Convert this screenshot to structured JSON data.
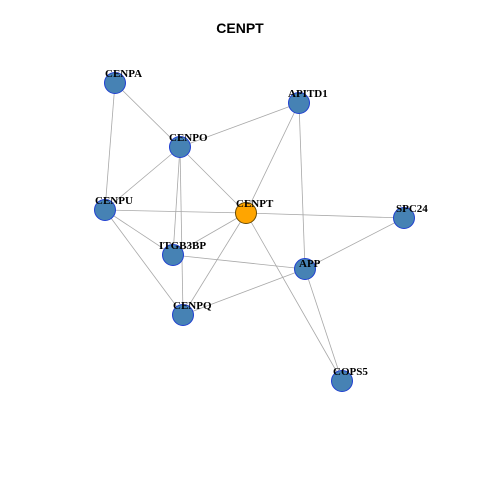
{
  "title": "CENPT",
  "colors": {
    "node_fill": "#4682b4",
    "center_fill": "#ffa500",
    "edge": "#a8a8a8"
  },
  "nodes": [
    {
      "id": "CENPA",
      "label": "CENPA",
      "center": false
    },
    {
      "id": "APITD1",
      "label": "APITD1",
      "center": false
    },
    {
      "id": "CENPO",
      "label": "CENPO",
      "center": false
    },
    {
      "id": "CENPU",
      "label": "CENPU",
      "center": false
    },
    {
      "id": "CENPT",
      "label": "CENPT",
      "center": true
    },
    {
      "id": "SPC24",
      "label": "SPC24",
      "center": false
    },
    {
      "id": "ITGB3BP",
      "label": "ITGB3BP",
      "center": false
    },
    {
      "id": "APP",
      "label": "APP",
      "center": false
    },
    {
      "id": "CENPQ",
      "label": "CENPQ",
      "center": false
    },
    {
      "id": "COPS5",
      "label": "COPS5",
      "center": false
    }
  ],
  "edges": [
    [
      "CENPA",
      "CENPO"
    ],
    [
      "CENPA",
      "CENPU"
    ],
    [
      "CENPO",
      "APITD1"
    ],
    [
      "CENPO",
      "CENPU"
    ],
    [
      "CENPO",
      "CENPT"
    ],
    [
      "CENPO",
      "ITGB3BP"
    ],
    [
      "CENPO",
      "CENPQ"
    ],
    [
      "APITD1",
      "CENPT"
    ],
    [
      "APITD1",
      "APP"
    ],
    [
      "CENPU",
      "CENPT"
    ],
    [
      "CENPU",
      "ITGB3BP"
    ],
    [
      "CENPU",
      "CENPQ"
    ],
    [
      "CENPT",
      "SPC24"
    ],
    [
      "CENPT",
      "ITGB3BP"
    ],
    [
      "CENPT",
      "CENPQ"
    ],
    [
      "CENPT",
      "COPS5"
    ],
    [
      "SPC24",
      "APP"
    ],
    [
      "ITGB3BP",
      "APP"
    ],
    [
      "APP",
      "CENPQ"
    ],
    [
      "APP",
      "COPS5"
    ]
  ]
}
